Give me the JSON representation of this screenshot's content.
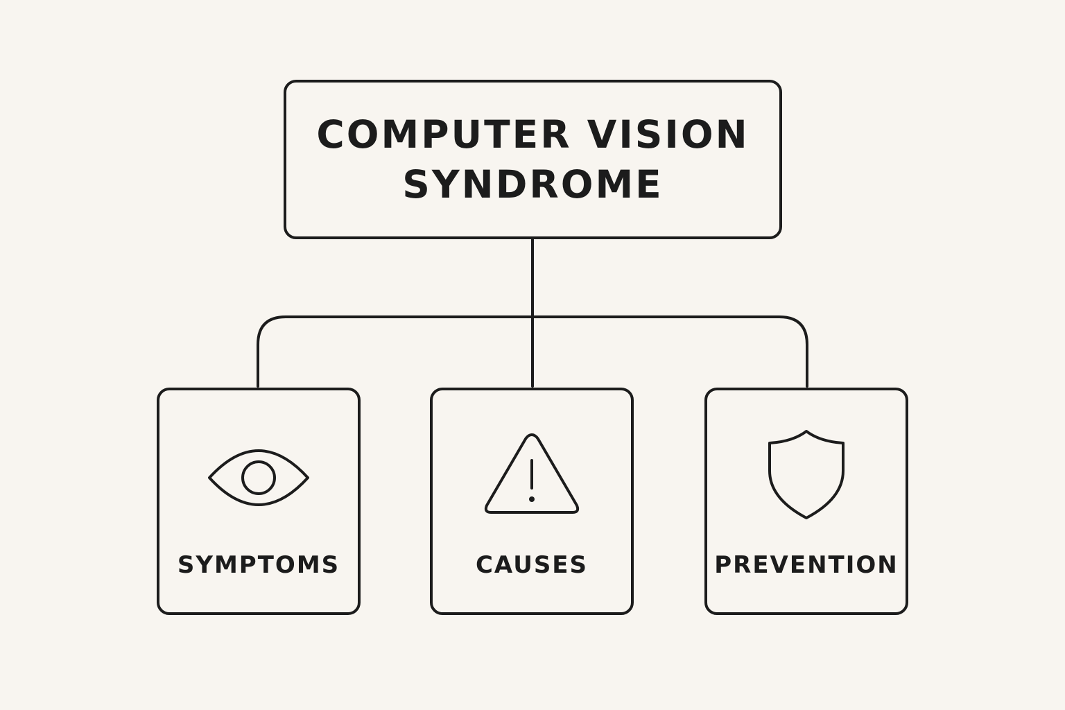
{
  "diagram": {
    "root": {
      "title": "COMPUTER VISION\nSYNDROME"
    },
    "children": [
      {
        "label": "SYMPTOMS",
        "icon": "eye-icon"
      },
      {
        "label": "CAUSES",
        "icon": "warning-icon"
      },
      {
        "label": "PREVENTION",
        "icon": "shield-icon"
      }
    ]
  },
  "colors": {
    "background": "#f8f5f0",
    "stroke": "#1c1c1c"
  }
}
